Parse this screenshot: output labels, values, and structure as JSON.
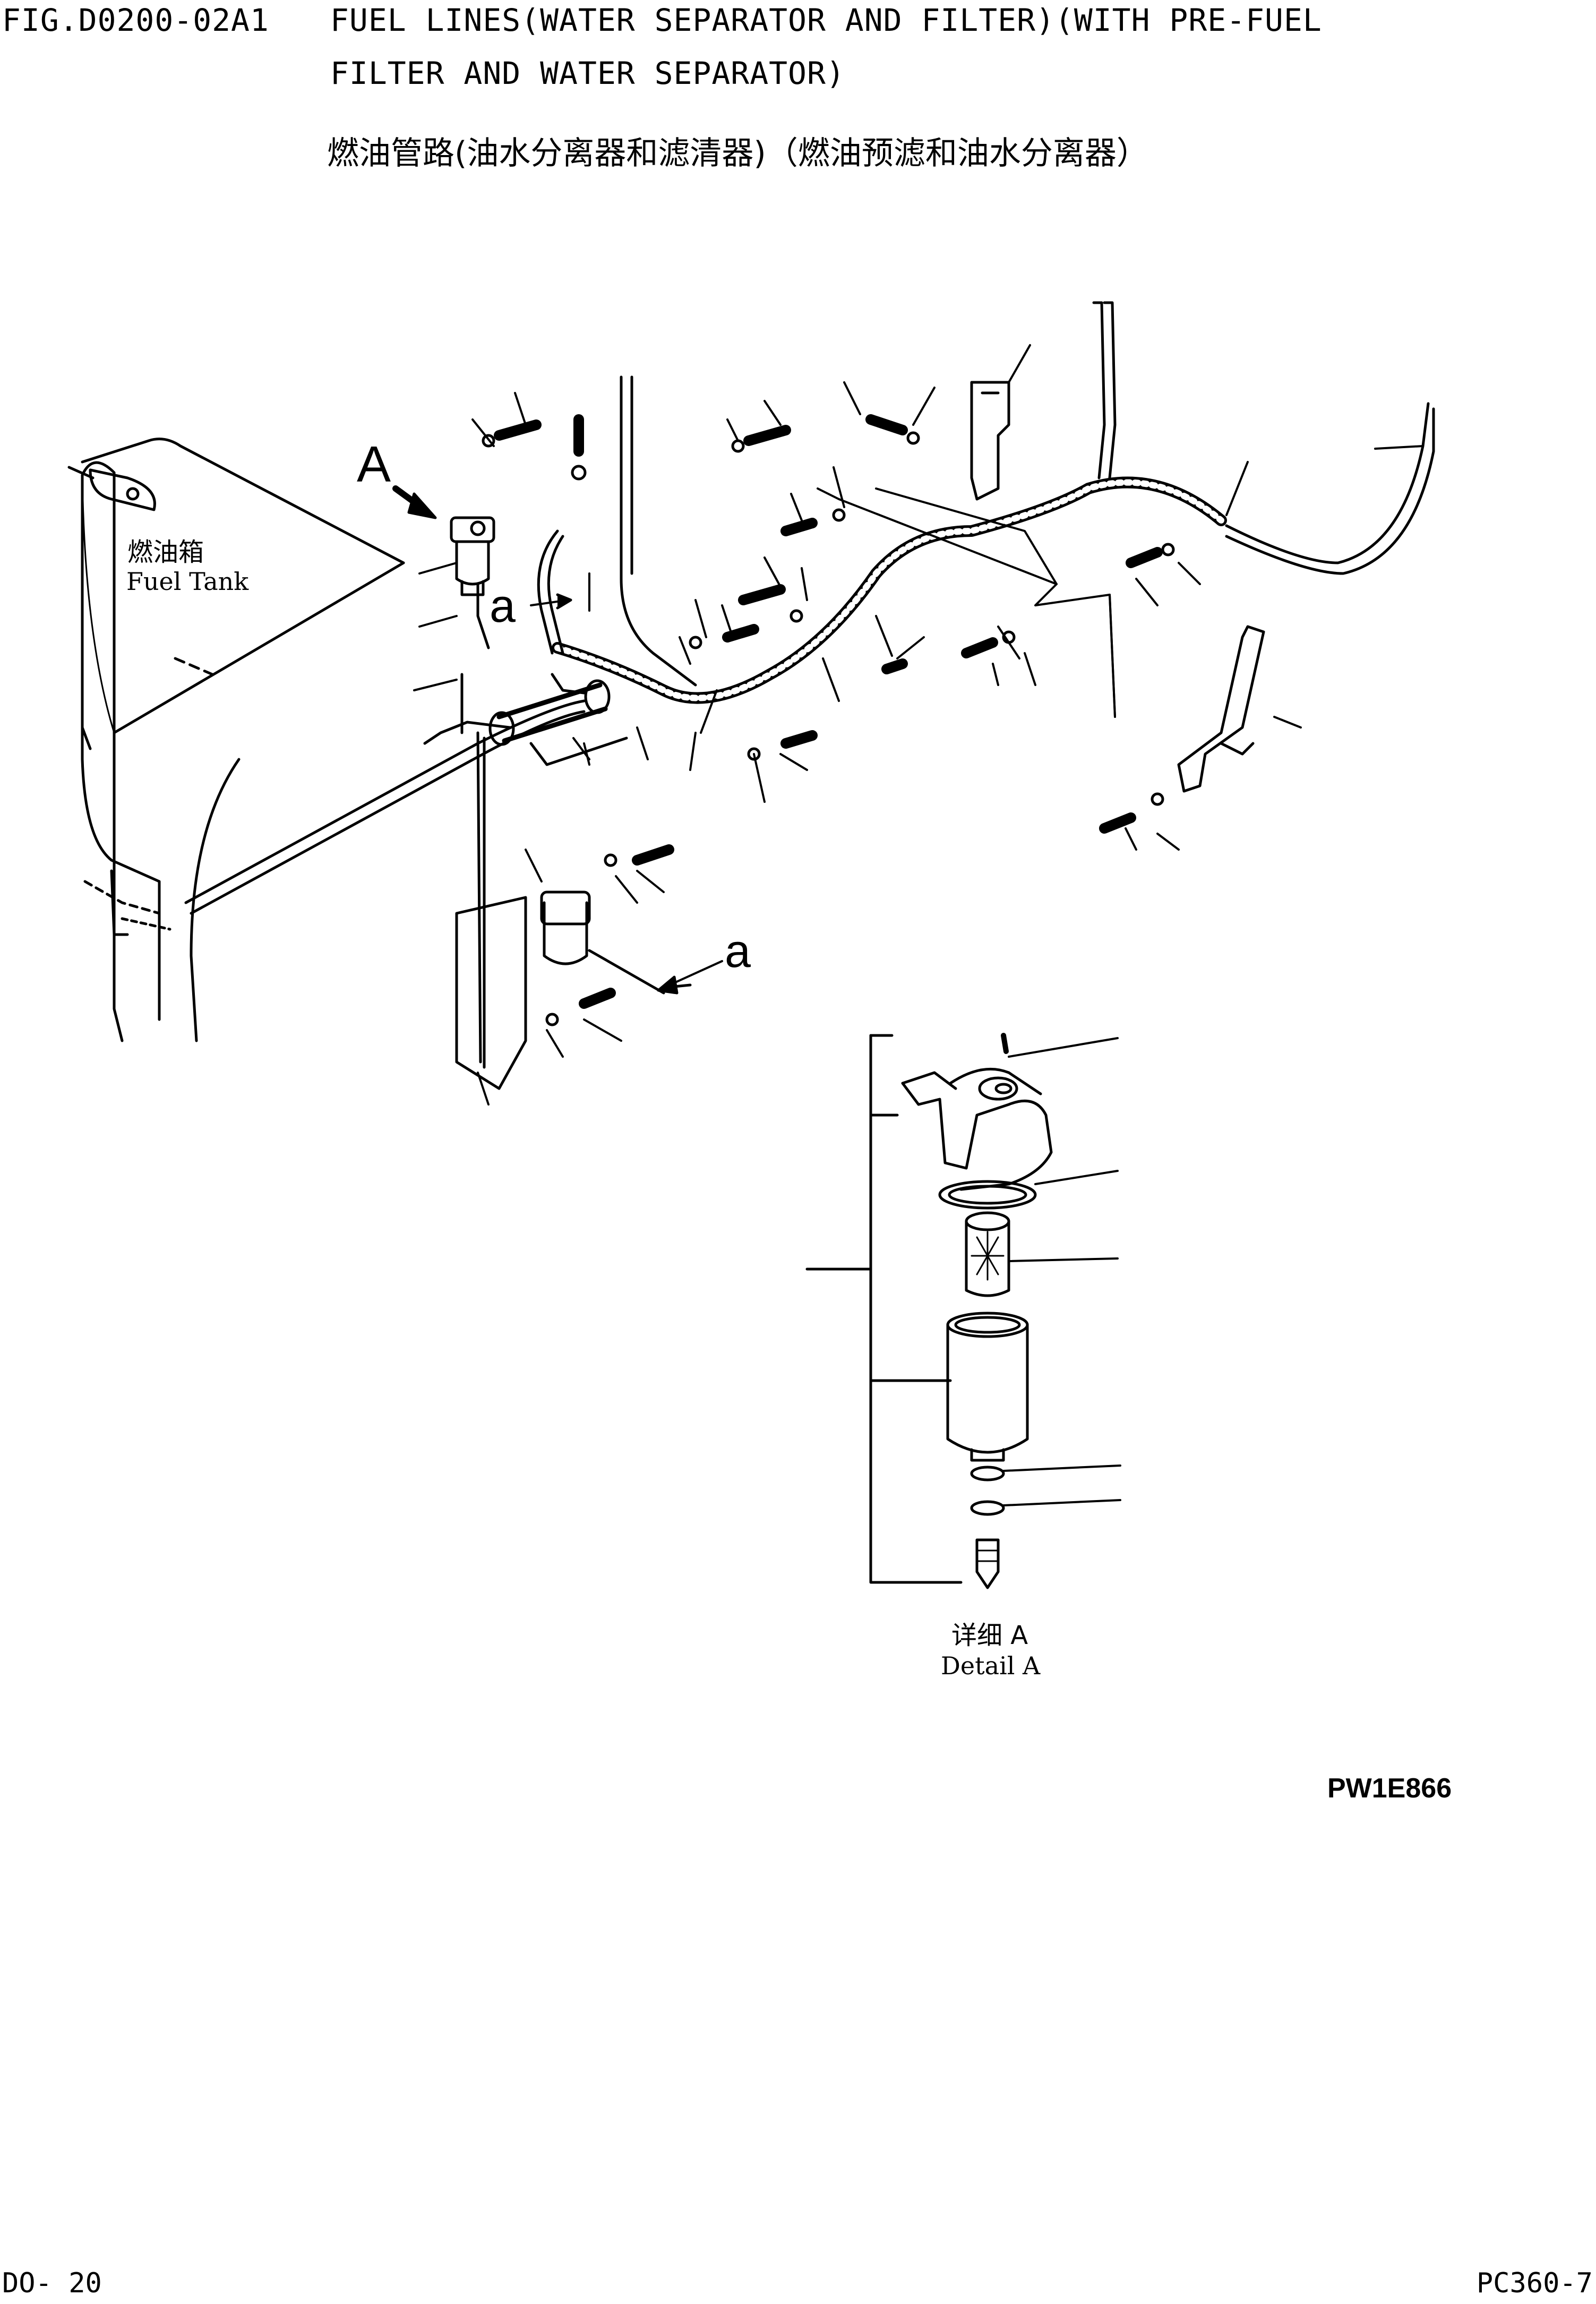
{
  "header": {
    "fig_no": "FIG.D0200-02A1",
    "title_line1": "FUEL LINES(WATER SEPARATOR AND FILTER)(WITH PRE-FUEL",
    "title_line2": "FILTER AND WATER SEPARATOR)",
    "title_chinese": "燃油管路(油水分离器和滤清器)（燃油预滤和油水分离器）"
  },
  "diagram": {
    "fuel_tank_label_cn": "燃油箱",
    "fuel_tank_label_en": "Fuel Tank",
    "view_marker": "A",
    "section_marker_1": "a",
    "section_marker_2": "a",
    "detail_label_cn": "详细 A",
    "detail_label_en": "Detail A",
    "drawing_code": "PW1E866"
  },
  "footer": {
    "page": "DO-  20",
    "model": "PC360-7"
  }
}
